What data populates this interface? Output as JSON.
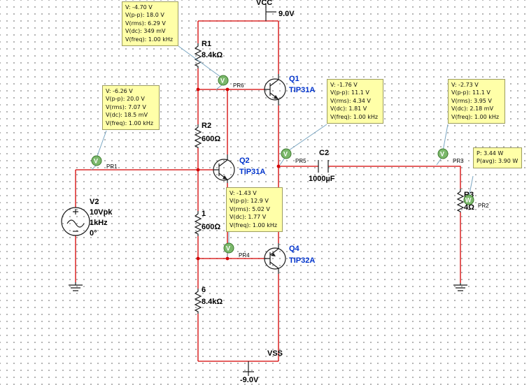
{
  "rails": {
    "vcc_name": "VCC",
    "vcc_value": "9.0V",
    "vss_name": "VSS",
    "vss_value": "-9.0V"
  },
  "components": {
    "r1": {
      "ref": "R1",
      "value": "8.4kΩ"
    },
    "r2": {
      "ref": "R2",
      "value": "600Ω"
    },
    "r3": {
      "ref": "1",
      "value": "600Ω"
    },
    "r4": {
      "ref": "6",
      "value": "8.4kΩ"
    },
    "rl": {
      "ref": "R3",
      "value": "4Ω"
    },
    "q1": {
      "ref": "Q1",
      "model": "TIP31A"
    },
    "q2": {
      "ref": "Q2",
      "model": "TIP31A"
    },
    "q4": {
      "ref": "Q4",
      "model": "TIP32A"
    },
    "c2": {
      "ref": "C2",
      "value": "1000µF"
    },
    "v2": {
      "ref": "V2",
      "amplitude": "10Vpk",
      "freq": "1kHz",
      "phase": "0°"
    }
  },
  "probes": {
    "pr1": {
      "name": "PR1",
      "symbol": "V",
      "lines": [
        "V: -6.26 V",
        "V(p-p): 20.0 V",
        "V(rms): 7.07 V",
        "V(dc): 18.5 mV",
        "V(freq): 1.00 kHz"
      ]
    },
    "pr2": {
      "name": "PR2",
      "symbol": "W",
      "lines": [
        "P: 3.44 W",
        "P(avg): 3.90 W"
      ]
    },
    "pr3": {
      "name": "PR3",
      "symbol": "V",
      "lines": [
        "V: -2.73 V",
        "V(p-p): 11.1 V",
        "V(rms): 3.95 V",
        "V(dc): 2.18 mV",
        "V(freq): 1.00 kHz"
      ]
    },
    "pr4": {
      "name": "PR4",
      "symbol": "V",
      "lines": [
        "V: -1.43 V",
        "V(p-p): 12.9 V",
        "V(rms): 5.02 V",
        "V(dc): 1.77 V",
        "V(freq): 1.00 kHz"
      ]
    },
    "pr5": {
      "name": "PR5",
      "symbol": "V",
      "lines": [
        "V: -1.76 V",
        "V(p-p): 11.1 V",
        "V(rms): 4.34 V",
        "V(dc): 1.81 V",
        "V(freq): 1.00 kHz"
      ]
    },
    "pr6": {
      "name": "PR6",
      "symbol": "V",
      "lines": [
        "V: -4.70 V",
        "V(p-p): 18.0 V",
        "V(rms): 6.29 V",
        "V(dc): 349 mV",
        "V(freq): 1.00 kHz"
      ]
    }
  }
}
